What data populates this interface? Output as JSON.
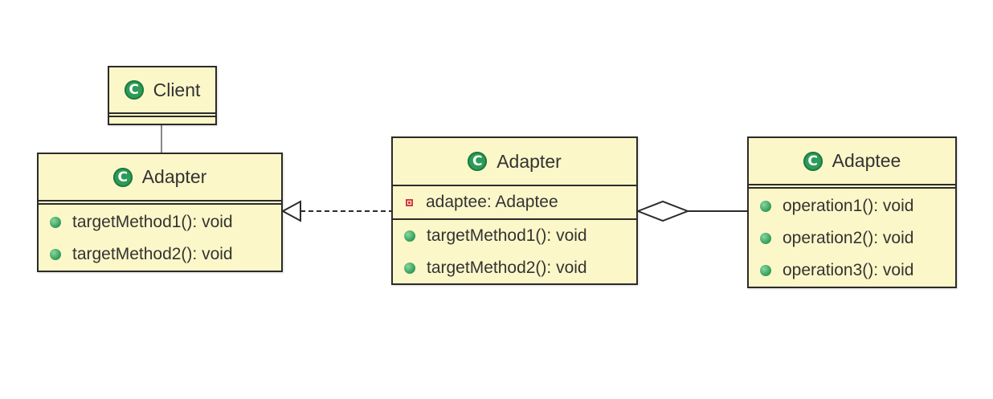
{
  "diagram": {
    "type": "uml-class-diagram",
    "colors": {
      "box_fill": "#fcf7c8",
      "box_border": "#2b2b2b",
      "class_icon": "#2e9b57",
      "method_icon": "#2e9b57",
      "private_field_icon": "#d13a4a"
    },
    "classes": {
      "client": {
        "name": "Client",
        "icon": "class-c-icon"
      },
      "target": {
        "name": "Adapter",
        "icon": "class-c-icon",
        "methods": [
          "targetMethod1(): void",
          "targetMethod2(): void"
        ]
      },
      "adapter": {
        "name": "Adapter",
        "icon": "class-c-icon",
        "fields": [
          "adaptee: Adaptee"
        ],
        "methods": [
          "targetMethod1(): void",
          "targetMethod2(): void"
        ]
      },
      "adaptee": {
        "name": "Adaptee",
        "icon": "class-c-icon",
        "methods": [
          "operation1(): void",
          "operation2(): void",
          "operation3(): void"
        ]
      }
    },
    "relationships": [
      {
        "from": "Client",
        "to": "Adapter (left)",
        "kind": "association"
      },
      {
        "from": "Adapter (middle)",
        "to": "Adapter (left)",
        "kind": "realization"
      },
      {
        "from": "Adaptee",
        "to": "Adapter (middle)",
        "kind": "aggregation"
      }
    ]
  }
}
